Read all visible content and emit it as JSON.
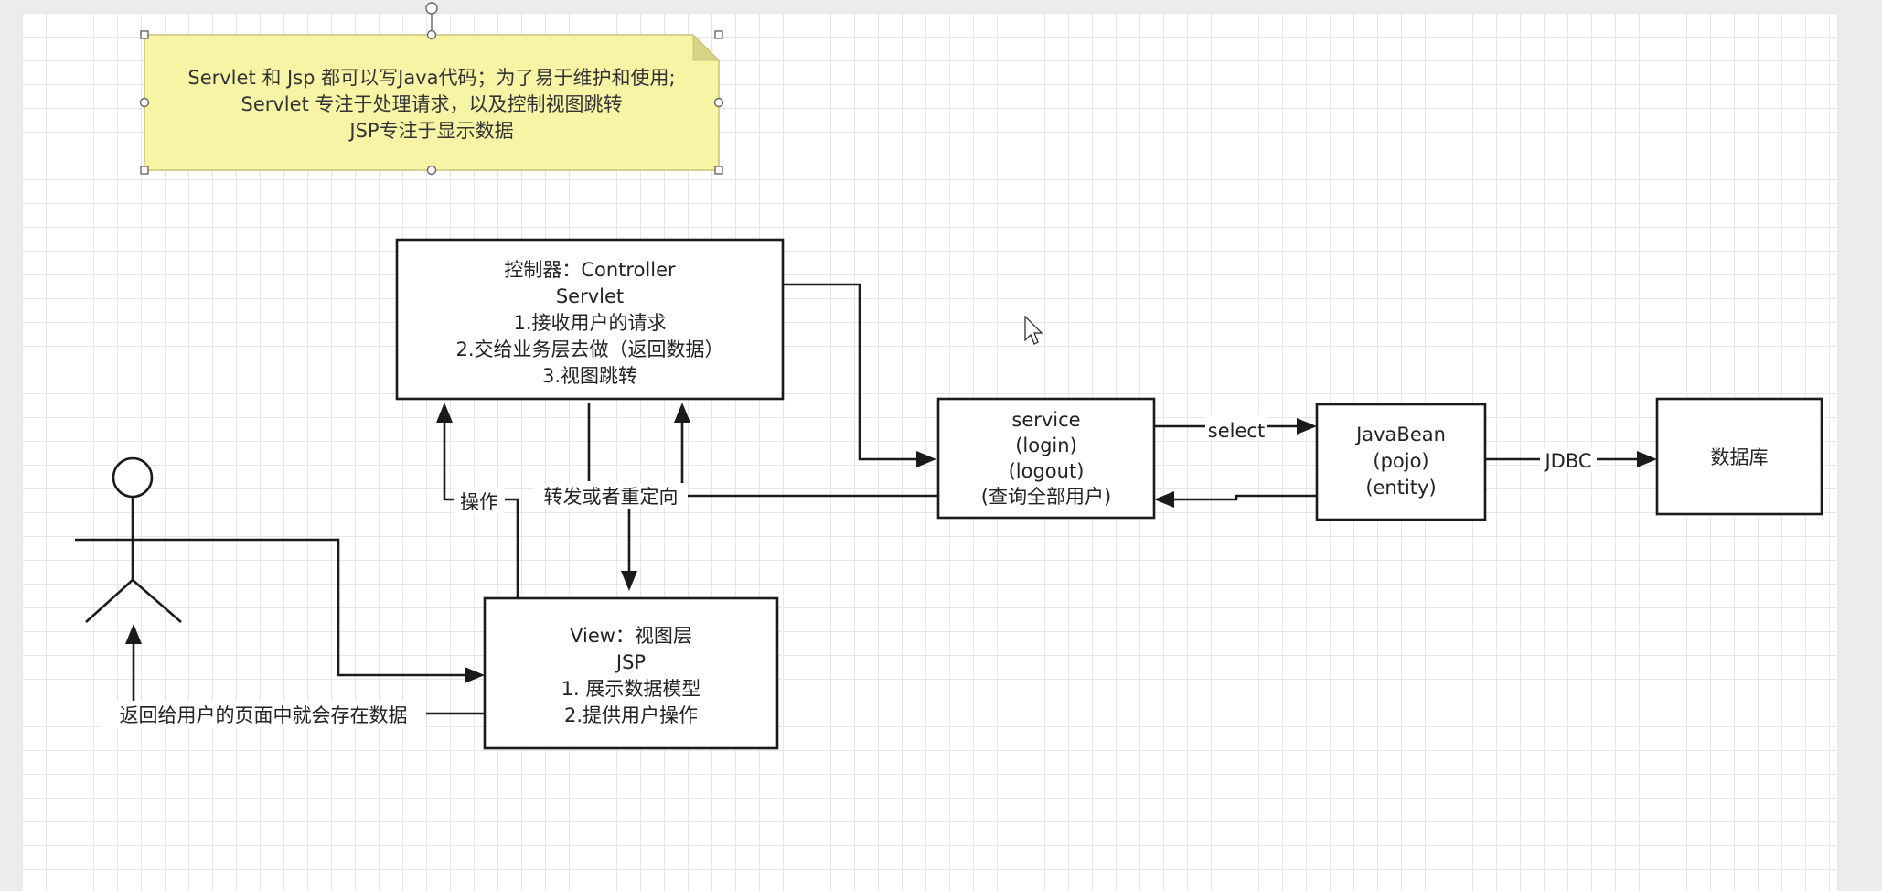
{
  "note": {
    "lines": [
      "Servlet 和 Jsp  都可以写Java代码；为了易于维护和使用;",
      "Servlet 专注于处理请求，以及控制视图跳转",
      "JSP专注于显示数据"
    ]
  },
  "controller": {
    "lines": [
      "控制器：Controller",
      "Servlet",
      "1.接收用户的请求",
      "2.交给业务层去做（返回数据）",
      "3.视图跳转"
    ]
  },
  "view": {
    "lines": [
      "View：视图层",
      "JSP",
      "1. 展示数据模型",
      "2.提供用户操作"
    ]
  },
  "service": {
    "lines": [
      "service",
      "(login)",
      "(logout)",
      "(查询全部用户)"
    ]
  },
  "javabean": {
    "lines": [
      "JavaBean",
      "(pojo)",
      "(entity)"
    ]
  },
  "database": {
    "label": "数据库"
  },
  "edges": {
    "operate": "操作",
    "forward_redirect": "转发或者重定向",
    "select": "select",
    "jdbc": "JDBC",
    "return_to_user": "返回给用户的页面中就会存在数据"
  }
}
